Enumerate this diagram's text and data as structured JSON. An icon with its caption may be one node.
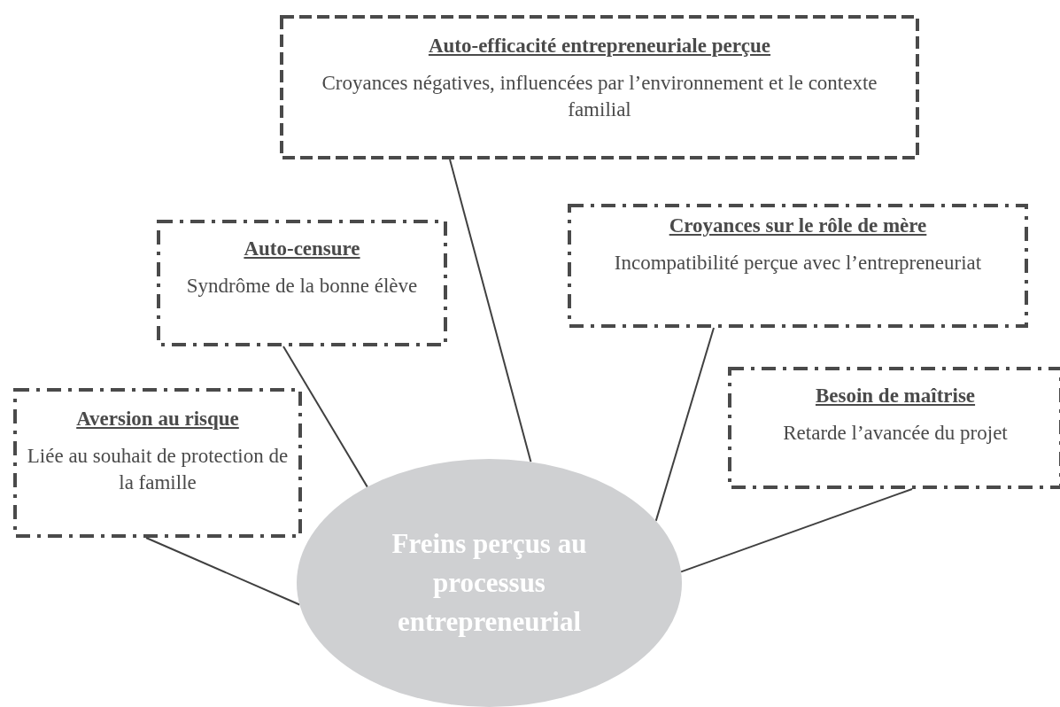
{
  "diagram": {
    "nodes": [
      {
        "text": [
          "Auto-efficacité entrepreneuriale perçue",
          "Croyances négatives, influencées par l’environnement et le contexte familial"
        ]
      },
      {
        "text": [
          "Auto-censure",
          "Syndrôme de la bonne élève"
        ]
      },
      {
        "text": [
          "Croyances sur le rôle de mère",
          "Incompatibilité perçue avec l’entrepreneuriat"
        ]
      },
      {
        "text": [
          "Besoin de maîtrise",
          "Retarde l’avancée du projet"
        ]
      },
      {
        "text": [
          "Aversion au risque",
          "Liée au souhait de protection de la famille"
        ]
      },
      {
        "text": [
          "Freins perçus au processus entrepreneurial"
        ]
      }
    ],
    "edges": [
      {
        "from": 5,
        "to": 0,
        "arrow": "none"
      },
      {
        "from": 5,
        "to": 1,
        "arrow": "none"
      },
      {
        "from": 5,
        "to": 2,
        "arrow": "none"
      },
      {
        "from": 5,
        "to": 3,
        "arrow": "none"
      },
      {
        "from": 5,
        "to": 4,
        "arrow": "none"
      }
    ]
  }
}
